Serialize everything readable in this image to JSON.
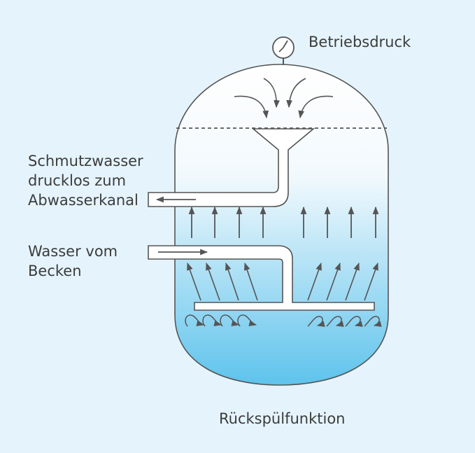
{
  "labels": {
    "pressure": "Betriebsdruck",
    "dirty_water_1": "Schmutzwasser",
    "dirty_water_2": "drucklos zum",
    "dirty_water_3": "Abwasserkanal",
    "pool_water_1": "Wasser vom",
    "pool_water_2": "Becken",
    "caption": "Rückspülfunktion"
  },
  "colors": {
    "background": "#e5f4fc",
    "vessel_top": "#ffffff",
    "vessel_bottom": "#5ec3ec",
    "line": "#555555"
  },
  "icons": [
    "pressure-gauge-icon",
    "flow-arrow-icon",
    "swirl-arrow-icon"
  ]
}
